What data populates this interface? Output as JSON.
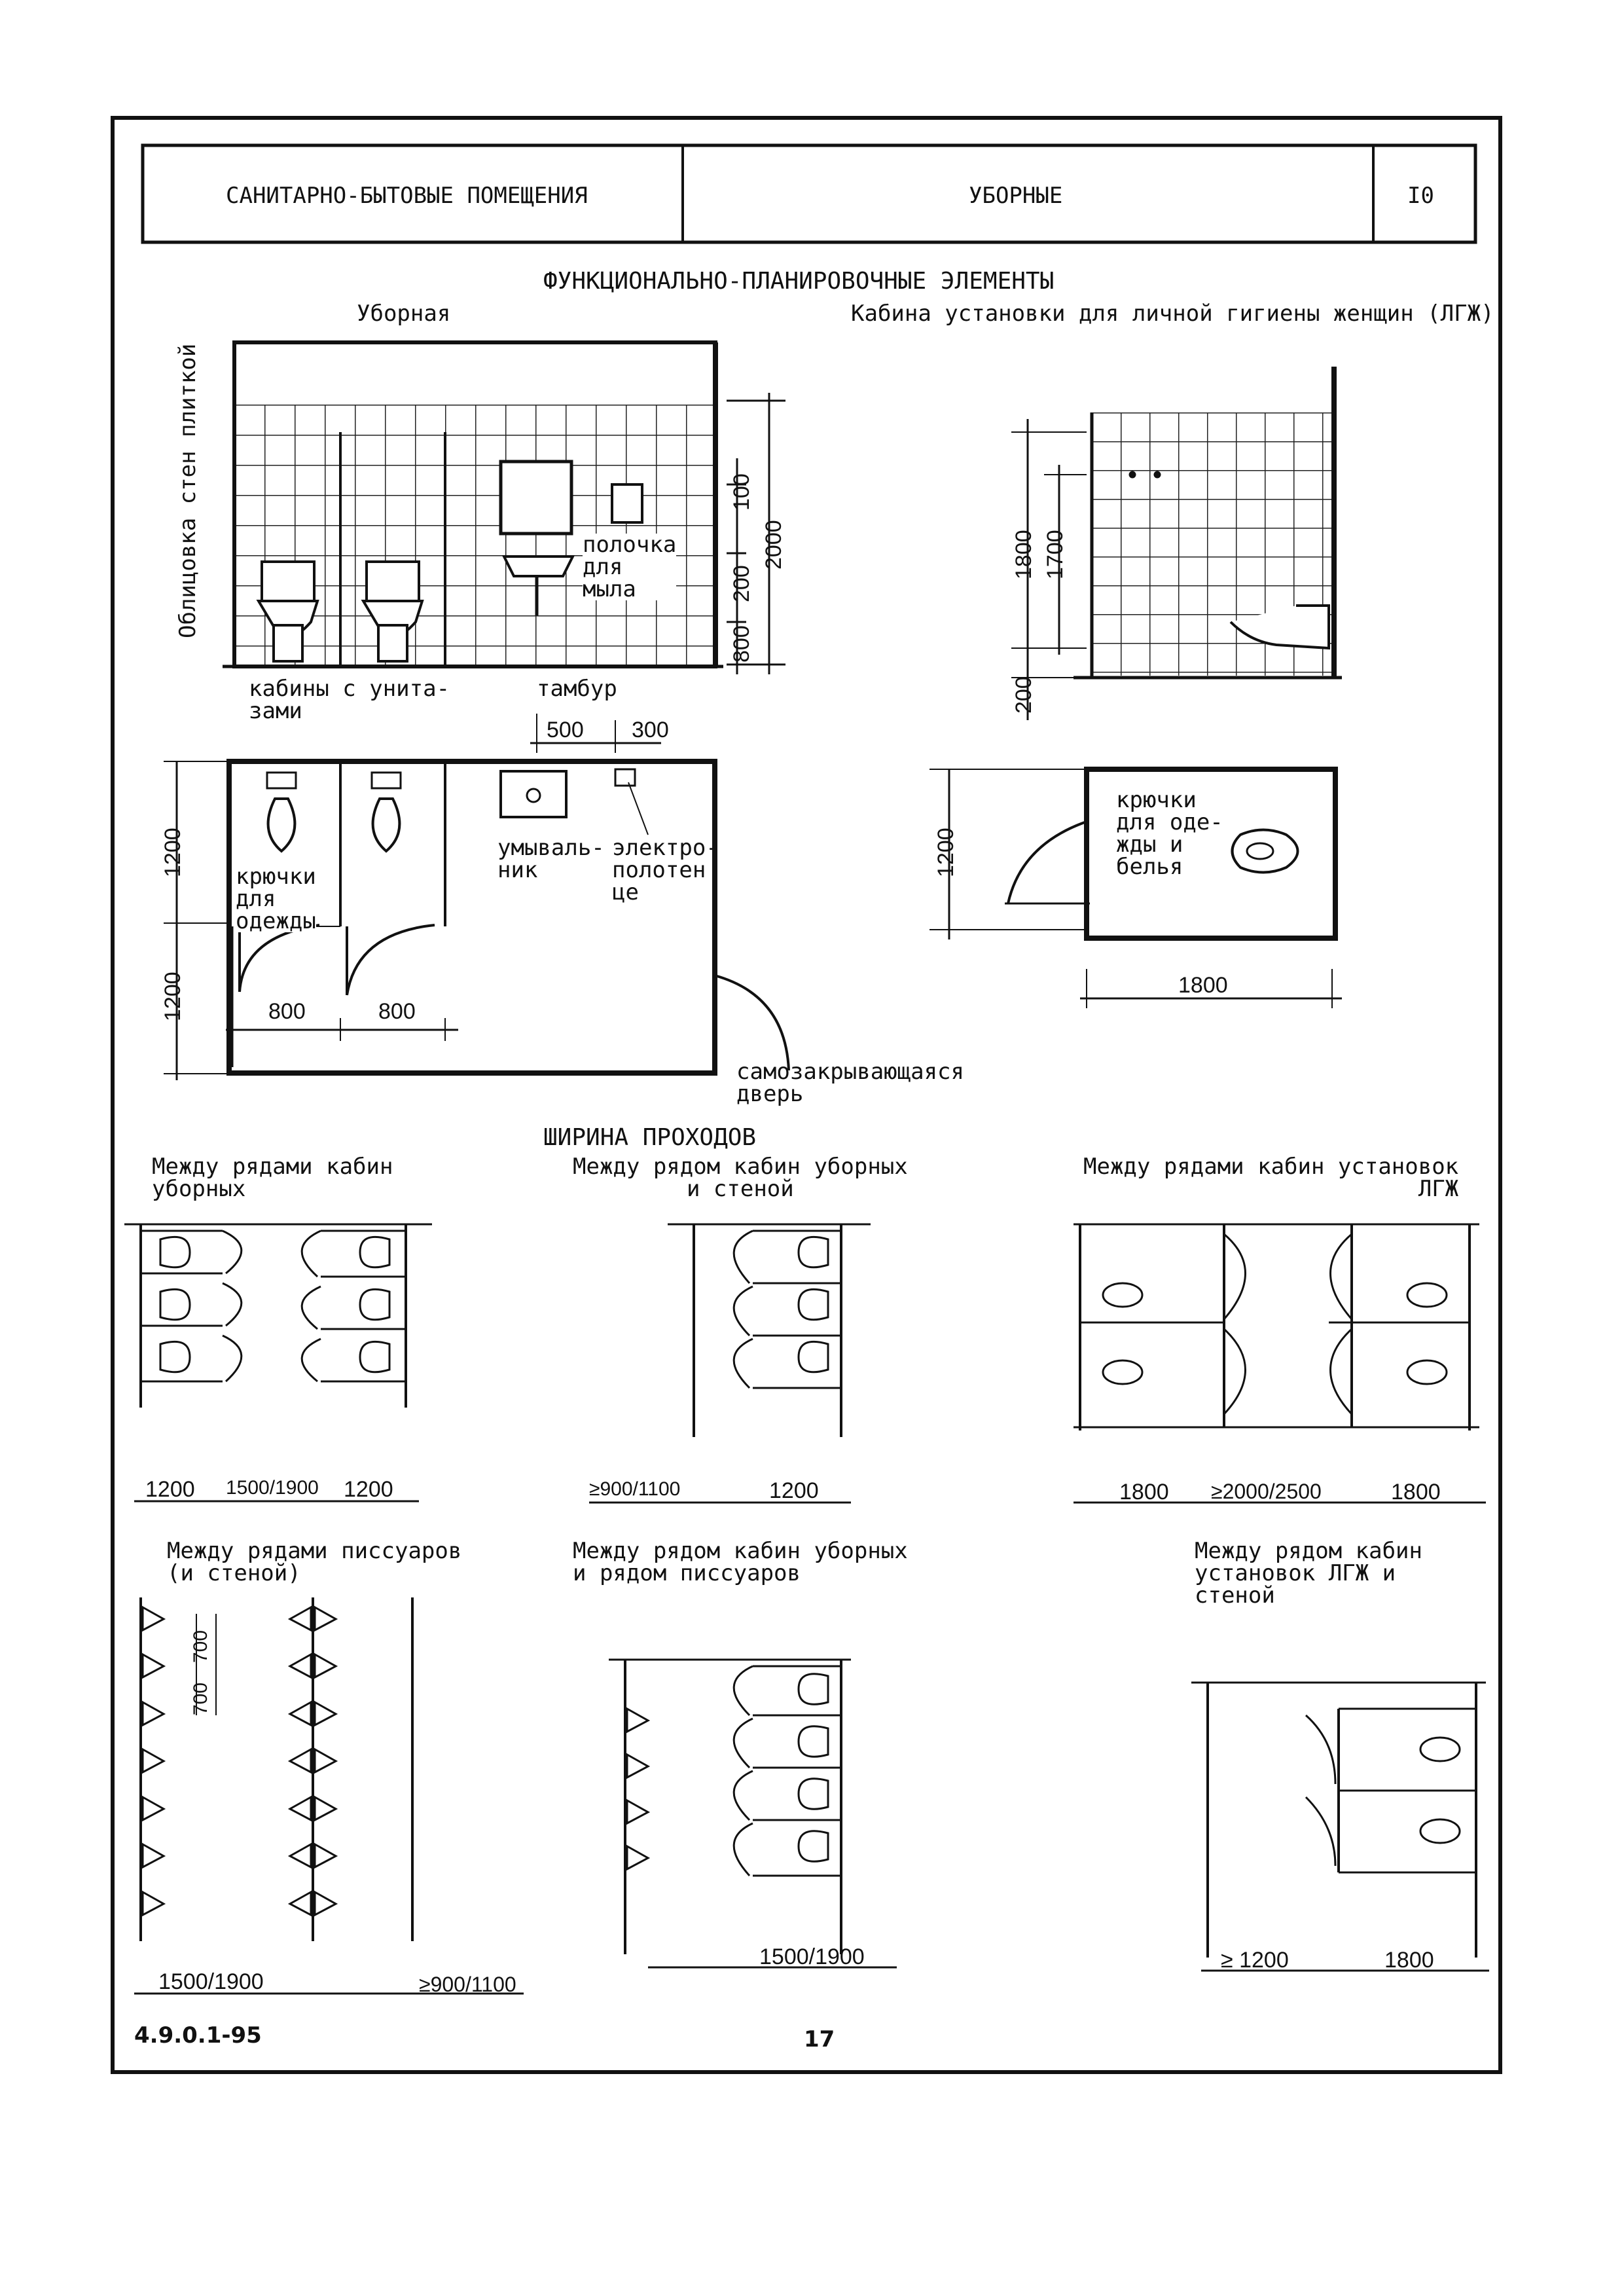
{
  "header": {
    "left_title": "САНИТАРНО-БЫТОВЫЕ ПОМЕЩЕНИЯ",
    "center_title": "УБОРНЫЕ",
    "sheet_number": "I0"
  },
  "section_titles": {
    "functional": "ФУНКЦИОНАЛЬНО-ПЛАНИРОВОЧНЫЕ ЭЛЕМЕНТЫ",
    "passages": "ШИРИНА ПРОХОДОВ"
  },
  "toilet": {
    "title": "Уборная",
    "wall_tiling": "Облицовка стен плиткой",
    "shelf_lines": [
      "полочка",
      "для",
      "мыла"
    ],
    "cabins_lines": [
      "кабины с унита-",
      "зами"
    ],
    "vestibule": "тамбур",
    "hooks_lines": [
      "крючки",
      "для",
      "одежды"
    ],
    "washbasin_lines": [
      "умываль-",
      "ник"
    ],
    "towel_lines": [
      "электро-",
      "полотен",
      "це"
    ],
    "door_lines": [
      "самозакрывающаяся",
      "дверь"
    ],
    "dims": {
      "h100": "100",
      "h200": "200",
      "h800": "800",
      "h2000": "2000",
      "w500": "500",
      "w300": "300",
      "v1200a": "1200",
      "v1200b": "1200",
      "w800a": "800",
      "w800b": "800"
    }
  },
  "hygiene_cabin": {
    "title": "Кабина установки для личной гигиены женщин (ЛГЖ)",
    "hooks_lines": [
      "крючки",
      "для оде-",
      "жды и",
      "белья"
    ],
    "dims": {
      "h1800": "1800",
      "h1700": "1700",
      "h200": "200",
      "v1200": "1200",
      "w1800": "1800"
    }
  },
  "passages": {
    "p1": {
      "title_lines": [
        "Между рядами кабин",
        "уборных"
      ],
      "dims": [
        "1200",
        "1500/1900",
        "1200"
      ]
    },
    "p2": {
      "title_lines": [
        "Между рядом кабин уборных",
        "и стеной"
      ],
      "dims": [
        "≥900/1100",
        "1200"
      ]
    },
    "p3": {
      "title_lines": [
        "Между рядами кабин установок",
        "ЛГЖ"
      ],
      "dims": [
        "1800",
        "≥2000/2500",
        "1800"
      ]
    },
    "p4": {
      "title_lines": [
        "Между рядами писсуаров",
        "(и стеной)"
      ],
      "dims": [
        "1500/1900",
        "≥900/1100"
      ],
      "spacing": [
        "700",
        "700"
      ]
    },
    "p5": {
      "title_lines": [
        "Между рядом кабин уборных",
        "и рядом писсуаров"
      ],
      "dims": [
        "1500/1900"
      ]
    },
    "p6": {
      "title_lines": [
        "Между рядом кабин",
        "установок ЛГЖ и",
        "стеной"
      ],
      "dims": [
        "≥ 1200",
        "1800"
      ]
    }
  },
  "footer": {
    "code": "4.9.0.1-95",
    "page": "17"
  }
}
